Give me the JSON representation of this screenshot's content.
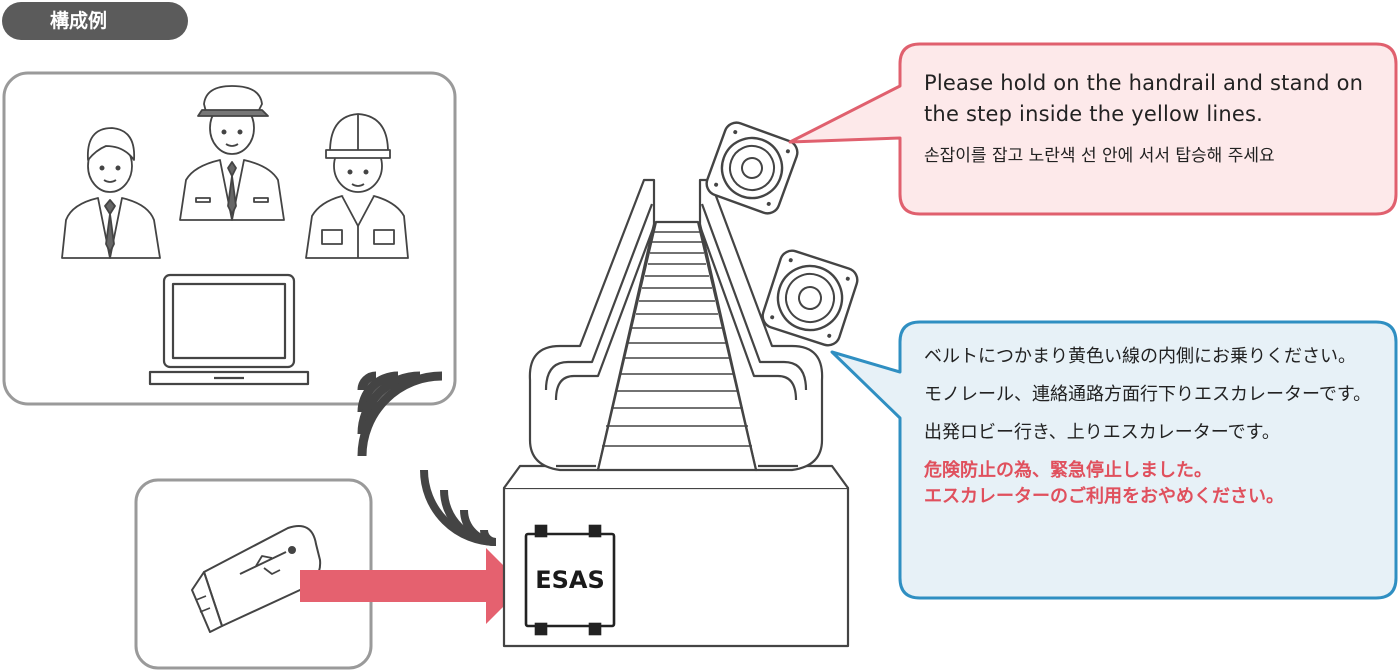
{
  "header": {
    "tag_label": "構成例"
  },
  "speech_english": {
    "text": "Please hold on the handrail and stand on the step inside the yellow lines.",
    "korean": "손잡이를 잡고 노란색 선 안에 서서 탑승해 주세요"
  },
  "speech_japanese": {
    "lines": [
      "ベルトにつかまり黄色い線の内側にお乗りください。",
      "モノレール、連絡通路方面行下りエスカレーターです。",
      "出発ロビー行き、上りエスカレーターです。"
    ],
    "warnings": [
      "危険防止の為、緊急停止しました。",
      "エスカレーターのご利用をおやめください。"
    ]
  },
  "device": {
    "label": "ESAS"
  },
  "icons": {
    "people": [
      "businessman-icon",
      "station-staff-icon",
      "worker-helmet-icon"
    ],
    "computer": "laptop-icon",
    "storage": "usb-drive-icon",
    "wireless": "wifi-signal-icon",
    "speaker": "speaker-icon",
    "machine": "escalator-icon"
  },
  "colors": {
    "arrow": "#e5616f",
    "english_bubble_fill": "#fde9ea",
    "english_bubble_border": "#e0606e",
    "japanese_bubble_fill": "#e7f1f7",
    "japanese_bubble_border": "#2f8fc2",
    "warning_text": "#e0505d",
    "frame_gray": "#9a9a9a",
    "tag_bg": "#5b5b5b"
  }
}
